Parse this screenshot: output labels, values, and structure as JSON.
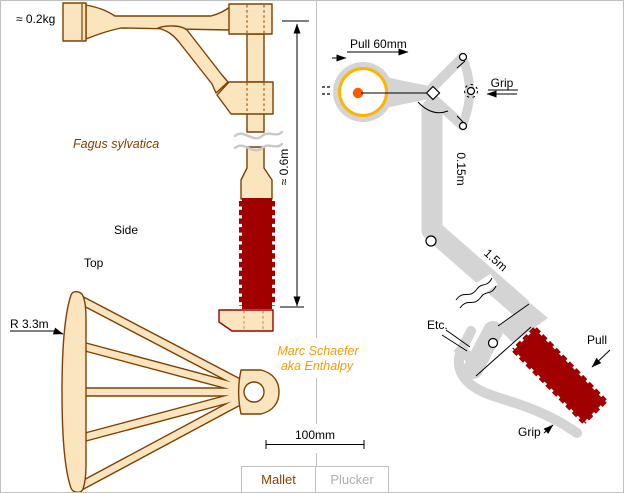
{
  "colors": {
    "wood_fill": "#fbe5bf",
    "wood_outline": "#7f4000",
    "grip_red": "#a00000",
    "cap_outline": "#a00000",
    "cap_dash": "#bf7f2f",
    "steel_gray": "#d4d4d4",
    "break_gray": "#c9c9c9",
    "ring_gold": "#ffb400",
    "dot_orange": "#ff5a00",
    "credit_orange": "#ff9900",
    "species_brown": "#7f4000",
    "border_gray": "#c0c0c0",
    "tab_active": "#8b4000",
    "tab_inactive": "#aeaeae"
  },
  "mallet": {
    "mass_label": "≈ 0.2kg",
    "species_label": "Fagus sylvatica",
    "side_view_label": "Side",
    "top_view_label": "Top",
    "head_radius_label": "R 3.3m",
    "shaft_length_label": "≈ 0.6m"
  },
  "plucker": {
    "pull_stroke_label": "Pull 60mm",
    "grip_label_top": "Grip",
    "link_length_label": "0.15m",
    "shaft_length_label": "1.5m",
    "etc_label": "Etc.",
    "pull_label": "Pull",
    "grip_label_bottom": "Grip"
  },
  "credit": {
    "line1": "Marc Schaefer",
    "line2": "aka Enthalpy"
  },
  "scale_bar": {
    "label": "100mm"
  },
  "tabs": {
    "mallet": "Mallet",
    "plucker": "Plucker",
    "active": "Mallet"
  }
}
